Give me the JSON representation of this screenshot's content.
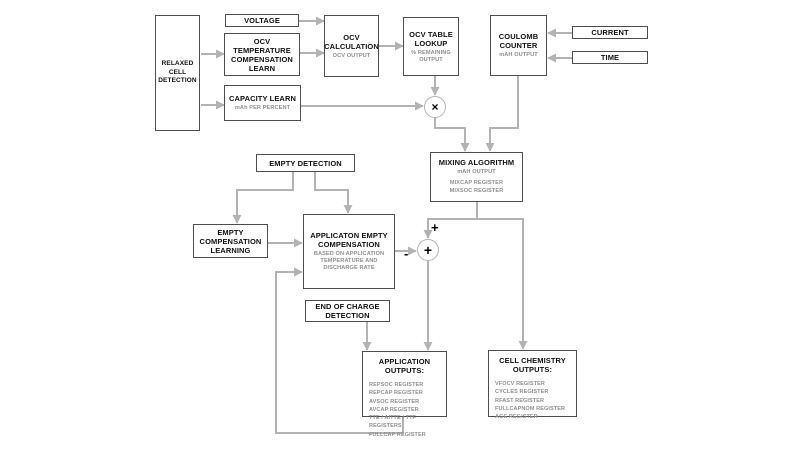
{
  "colors": {
    "arrow": "#b3b3b3",
    "border": "#4d4d4d",
    "title": "#111111",
    "subtitle": "#8f8f8f",
    "bg": "#ffffff"
  },
  "nodes": {
    "relaxed_cell_detection": {
      "title": "RELAXED CELL DETECTION"
    },
    "voltage": {
      "title": "VOLTAGE"
    },
    "ocv_temp_comp_learn": {
      "title": "OCV TEMPERATURE COMPENSATION LEARN"
    },
    "capacity_learn": {
      "title": "CAPACITY LEARN",
      "subtitle": "mAh PER PERCENT"
    },
    "ocv_calculation": {
      "title": "OCV CALCULATION",
      "subtitle": "OCV OUTPUT"
    },
    "ocv_table_lookup": {
      "title": "OCV TABLE LOOKUP",
      "subtitle": "% REMAINING OUTPUT"
    },
    "coulomb_counter": {
      "title": "COULOMB COUNTER",
      "subtitle": "mAH OUTPUT"
    },
    "current": {
      "title": "CURRENT"
    },
    "time": {
      "title": "TIME"
    },
    "mixing_algorithm": {
      "title": "MIXING ALGORITHM",
      "subtitle": "mAH OUTPUT",
      "registers": [
        "MIXCAP REGISTER",
        "MIXSOC REGISTER"
      ]
    },
    "empty_detection": {
      "title": "EMPTY DETECTION"
    },
    "empty_compensation_learning": {
      "title": "EMPTY COMPENSATION LEARNING"
    },
    "application_empty_compensation": {
      "title": "APPLICATON EMPTY COMPENSATION",
      "subtitle": "BASED ON APPLICATION TEMPERATURE AND DISCHARGE RATE"
    },
    "end_of_charge_detection": {
      "title": "END OF CHARGE DETECTION"
    },
    "application_outputs": {
      "title": "APPLICATION OUTPUTS:",
      "registers": [
        "REPSOC REGISTER",
        "REPCAP REGISTER",
        "AVSOC REGISTER",
        "AVCAP REGISTER",
        "TTE / AITTE / TTF REGISTERS",
        "FULLCAP REGISTER"
      ]
    },
    "cell_chemistry_outputs": {
      "title": "CELL CHEMISTRY OUTPUTS:",
      "registers": [
        "VFOCV REGISTER",
        "CYCLES REGISTER",
        "RFAST REGISTER",
        "FULLCAPNOM REGISTER",
        "AGE REGISTER"
      ]
    }
  },
  "operators": {
    "multiply": "×",
    "sum": "+",
    "plus_label": "+",
    "minus_label": "-"
  }
}
